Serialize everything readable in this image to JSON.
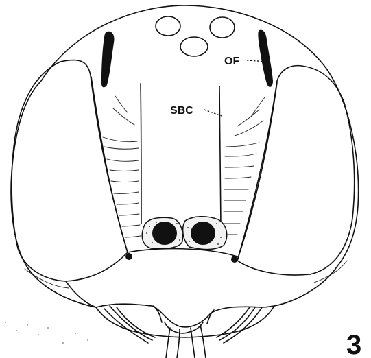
{
  "figure": {
    "number": "3",
    "labels": {
      "of": "OF",
      "sbc": "SBC"
    }
  }
}
